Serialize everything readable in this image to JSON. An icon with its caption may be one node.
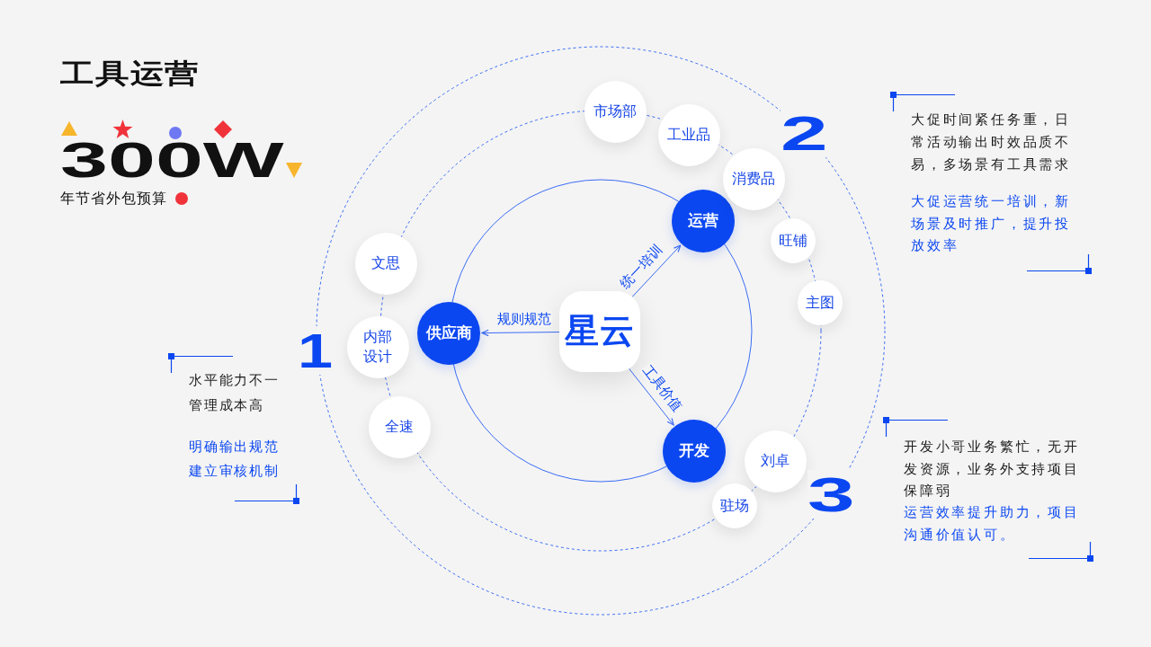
{
  "diagram": {
    "title": "工具运营",
    "nodes": [
      {
        "text": [
          "星云"
        ]
      },
      {
        "text": [
          "供应商"
        ]
      },
      {
        "text": [
          "运营"
        ]
      },
      {
        "text": [
          "开发"
        ]
      },
      {
        "text": [
          "市场部"
        ]
      },
      {
        "text": [
          "工业品"
        ]
      },
      {
        "text": [
          "消费品"
        ]
      },
      {
        "text": [
          "旺铺"
        ]
      },
      {
        "text": [
          "主图"
        ]
      },
      {
        "text": [
          "文思"
        ]
      },
      {
        "text": [
          "内部设计"
        ]
      },
      {
        "text": [
          "全速"
        ]
      },
      {
        "text": [
          "刘卓"
        ]
      },
      {
        "text": [
          "驻场"
        ]
      }
    ],
    "edges": [
      {
        "from": 0,
        "to": 1,
        "arrow": "to",
        "label": "规则规范"
      },
      {
        "from": 0,
        "to": 2,
        "arrow": "to",
        "label": "统一培训"
      },
      {
        "from": 0,
        "to": 3,
        "arrow": "to",
        "label": "工具价值"
      }
    ],
    "labels": [
      "300W",
      "年节省外包预算",
      "1",
      "水平能力不一管理成本高",
      "明确输出规范建立审核机制",
      "2",
      "大促时间紧任务重，日常活动输出时效品质不易，多场景有工具需求",
      "大促运营统一培训，新场景及时推广，提升投放效率",
      "3",
      "开发小哥业务繁忙，无开发资源，业务外支持项目保障弱",
      "运营效率提升助力，项目沟通价值认可。"
    ]
  }
}
